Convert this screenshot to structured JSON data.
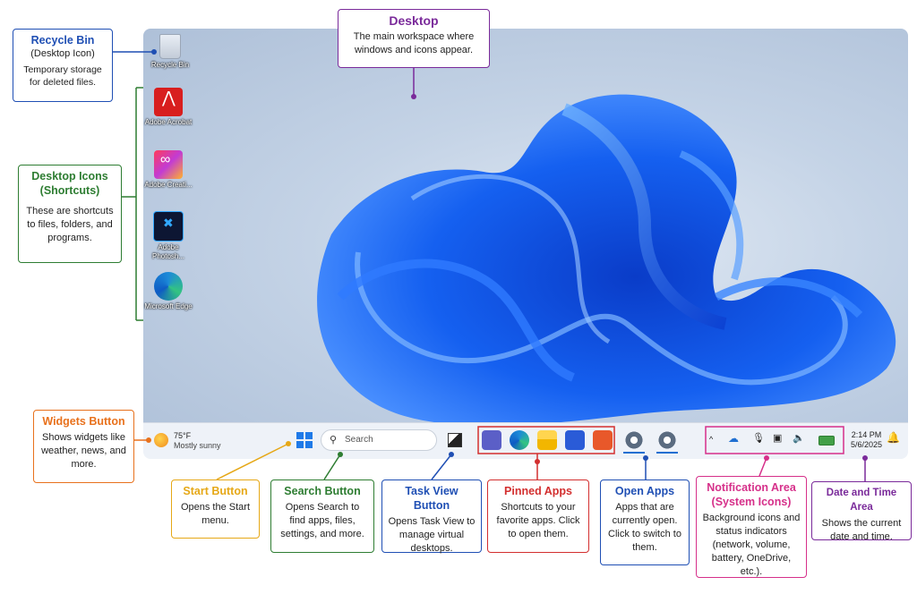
{
  "desktop_icons": [
    {
      "label": "Recycle Bin"
    },
    {
      "label": "Adobe Acrobat"
    },
    {
      "label": "Adobe Creati..."
    },
    {
      "label": "Adobe Photosh..."
    },
    {
      "label": "Microsoft Edge"
    }
  ],
  "taskbar": {
    "weather_temp": "75°F",
    "weather_desc": "Mostly sunny",
    "search_placeholder": "Search",
    "time": "2:14 PM",
    "date": "5/6/2025"
  },
  "callouts": {
    "recycle_bin": {
      "title": "Recycle Bin",
      "subtitle": "(Desktop Icon)",
      "desc": "Temporary storage for deleted files.",
      "color": "#1f4fb4"
    },
    "desktop": {
      "title": "Desktop",
      "desc": "The main workspace where windows and icons appear.",
      "color": "#7a2a9a"
    },
    "desktop_icons": {
      "title": "Desktop Icons (Shortcuts)",
      "desc": "These are shortcuts to files, folders, and programs.",
      "color": "#2e7d32"
    },
    "widgets": {
      "title": "Widgets Button",
      "desc": "Shows widgets like weather, news, and more.",
      "color": "#e8711c"
    },
    "start": {
      "title": "Start Button",
      "desc": "Opens the Start menu.",
      "color": "#e6a817"
    },
    "search": {
      "title": "Search Button",
      "desc": "Opens Search to find apps, files, settings, and more.",
      "color": "#2e7d32"
    },
    "task_view": {
      "title": "Task View Button",
      "desc": "Opens Task View to manage virtual desktops.",
      "color": "#1f4fb4"
    },
    "pinned": {
      "title": "Pinned Apps",
      "desc": "Shortcuts to your favorite apps. Click to open them.",
      "color": "#d32f2f"
    },
    "open_apps": {
      "title": "Open Apps",
      "desc": "Apps that are currently open. Click to switch to them.",
      "color": "#1f4fb4"
    },
    "notification": {
      "title": "Notification Area (System Icons)",
      "desc": "Background icons and status indicators (network, volume, battery, OneDrive, etc.).",
      "color": "#d6308a"
    },
    "datetime": {
      "title": "Date and Time Area",
      "desc": "Shows the current date and time.",
      "color": "#7a2a9a"
    }
  }
}
